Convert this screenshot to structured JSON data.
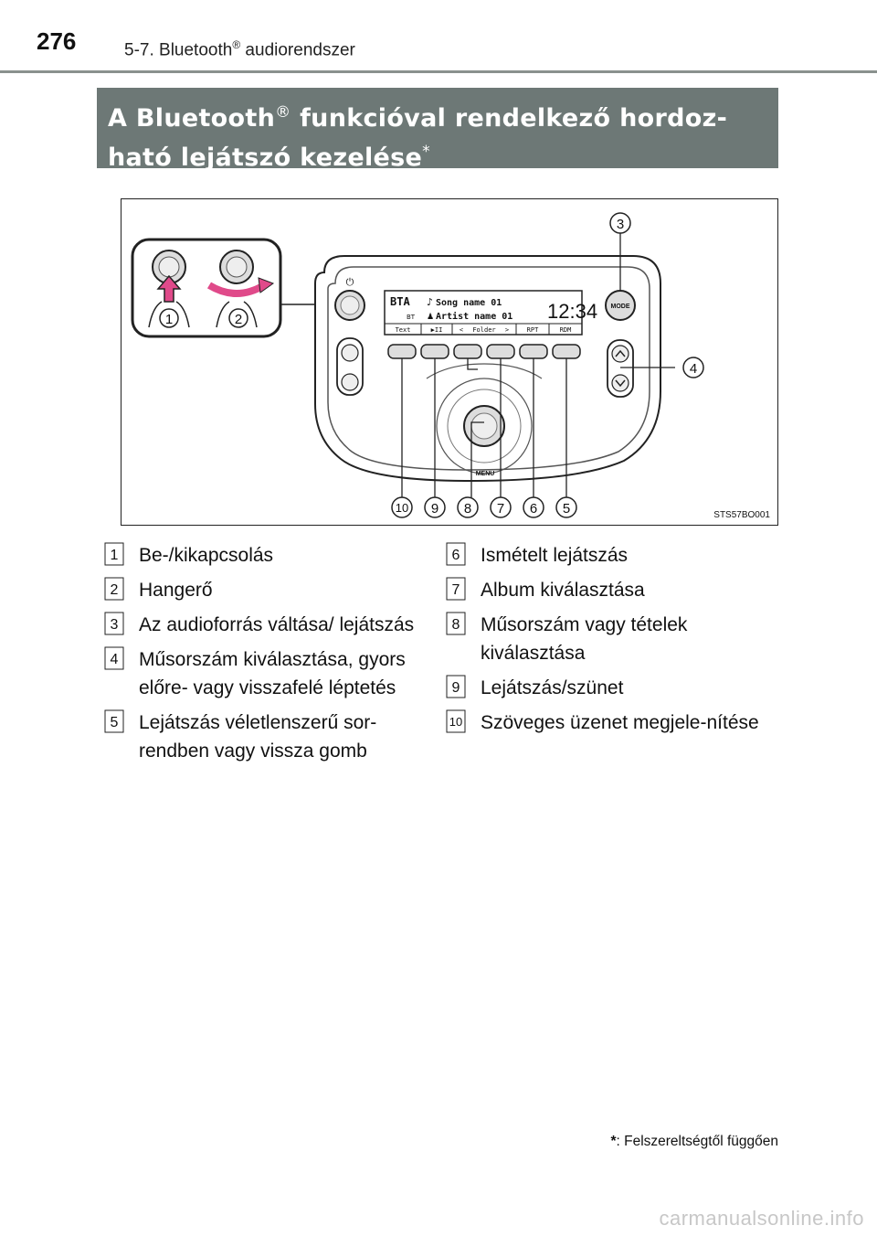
{
  "header": {
    "page_number": "276",
    "section_prefix": "5-7. Bluetooth",
    "section_reg": "®",
    "section_suffix": " audiorendszer"
  },
  "title": {
    "line1_pre": "A Bluetooth",
    "line1_reg": "®",
    "line1_post": " funkcióval rendelkező hordoz-",
    "line2": "ható lejátszó kezelése",
    "line2_mark": "*"
  },
  "figure": {
    "code": "STS57BO001",
    "display": {
      "source": "BTA",
      "source_sub": "BT",
      "song": "Song name 01",
      "artist": "Artist name 01",
      "time": "12:34",
      "soft_keys": [
        "Text",
        "▶II",
        "<",
        "Folder",
        ">",
        "RPT",
        "RDM"
      ]
    },
    "labels": {
      "mode": "MODE",
      "menu": "MENU",
      "power_icon": "⏻"
    },
    "callouts": [
      "1",
      "2",
      "3",
      "4",
      "5",
      "6",
      "7",
      "8",
      "9",
      "10"
    ]
  },
  "legend_left": [
    {
      "num": "1",
      "text": "Be-/kikapcsolás"
    },
    {
      "num": "2",
      "text": "Hangerő"
    },
    {
      "num": "3",
      "text": "Az audioforrás váltása/ lejátszás"
    },
    {
      "num": "4",
      "text": "Műsorszám kiválasztása, gyors előre- vagy visszafelé léptetés"
    },
    {
      "num": "5",
      "text": "Lejátszás véletlenszerű sor-rendben vagy vissza gomb"
    }
  ],
  "legend_right": [
    {
      "num": "6",
      "text": "Ismételt lejátszás"
    },
    {
      "num": "7",
      "text": "Album kiválasztása"
    },
    {
      "num": "8",
      "text": "Műsorszám vagy tételek kiválasztása"
    },
    {
      "num": "9",
      "text": "Lejátszás/szünet"
    },
    {
      "num": "10",
      "text": "Szöveges üzenet megjele-nítése"
    }
  ],
  "footnote": {
    "star": "*",
    "text": ": Felszereltségtől függően"
  },
  "watermark": "carmanualsonline.info"
}
